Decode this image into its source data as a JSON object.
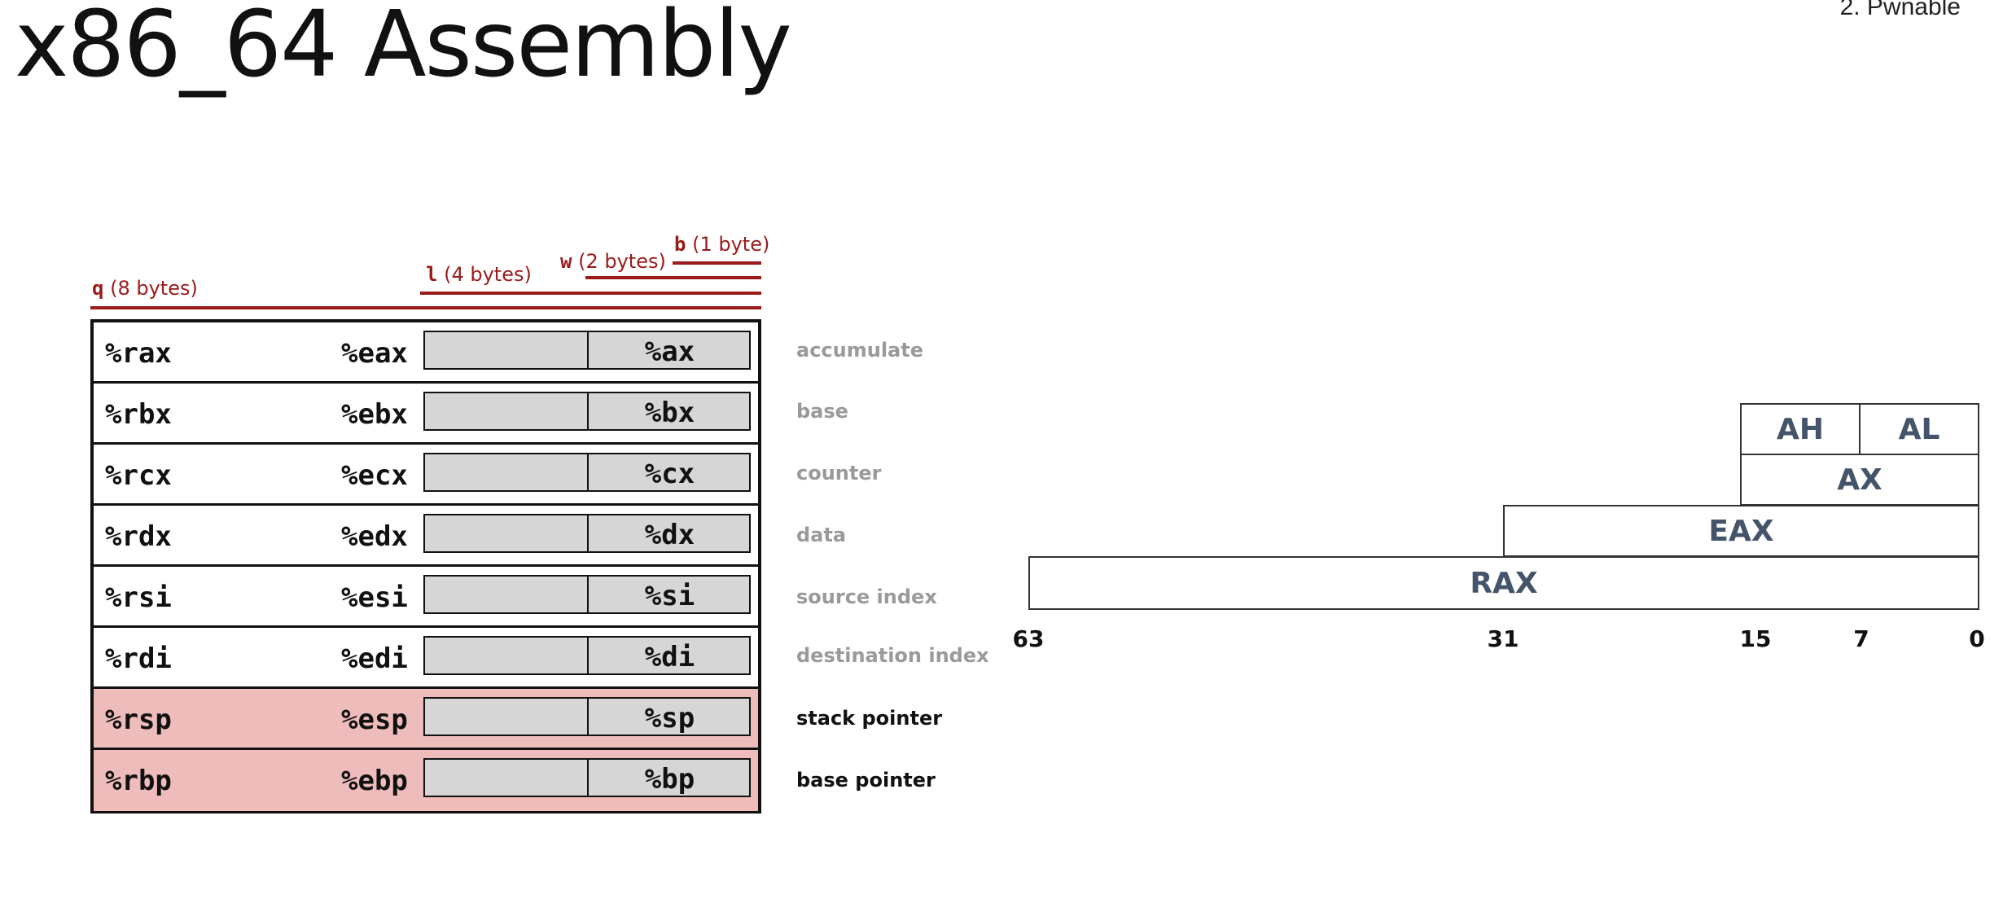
{
  "title": "x86_64 Assembly",
  "section_label": "2. Pwnable",
  "size_labels": {
    "q": {
      "letter": "q",
      "text": "(8 bytes)"
    },
    "l": {
      "letter": "l",
      "text": "(4 bytes)"
    },
    "w": {
      "letter": "w",
      "text": "(2 bytes)"
    },
    "b": {
      "letter": "b",
      "text": "(1 byte)"
    }
  },
  "registers": [
    {
      "r64": "%rax",
      "r32": "%eax",
      "r16": "%ax",
      "desc": "accumulate",
      "highlight": false
    },
    {
      "r64": "%rbx",
      "r32": "%ebx",
      "r16": "%bx",
      "desc": "base",
      "highlight": false
    },
    {
      "r64": "%rcx",
      "r32": "%ecx",
      "r16": "%cx",
      "desc": "counter",
      "highlight": false
    },
    {
      "r64": "%rdx",
      "r32": "%edx",
      "r16": "%dx",
      "desc": "data",
      "highlight": false
    },
    {
      "r64": "%rsi",
      "r32": "%esi",
      "r16": "%si",
      "desc": "source index",
      "highlight": false
    },
    {
      "r64": "%rdi",
      "r32": "%edi",
      "r16": "%di",
      "desc": "destination index",
      "highlight": false
    },
    {
      "r64": "%rsp",
      "r32": "%esp",
      "r16": "%sp",
      "desc": "stack pointer",
      "highlight": true
    },
    {
      "r64": "%rbp",
      "r32": "%ebp",
      "r16": "%bp",
      "desc": "base pointer",
      "highlight": true
    }
  ],
  "bit_layout": {
    "blocks": [
      "AH",
      "AL",
      "AX",
      "EAX",
      "RAX"
    ],
    "bit_positions": [
      "63",
      "31",
      "15",
      "7",
      "0"
    ]
  },
  "colors": {
    "size_accent": "#9b1b1b",
    "highlight_row": "#efbcbc",
    "sub_register_fill": "#d6d6d6",
    "block_text": "#44546a",
    "description_muted": "#9a9a9a"
  }
}
